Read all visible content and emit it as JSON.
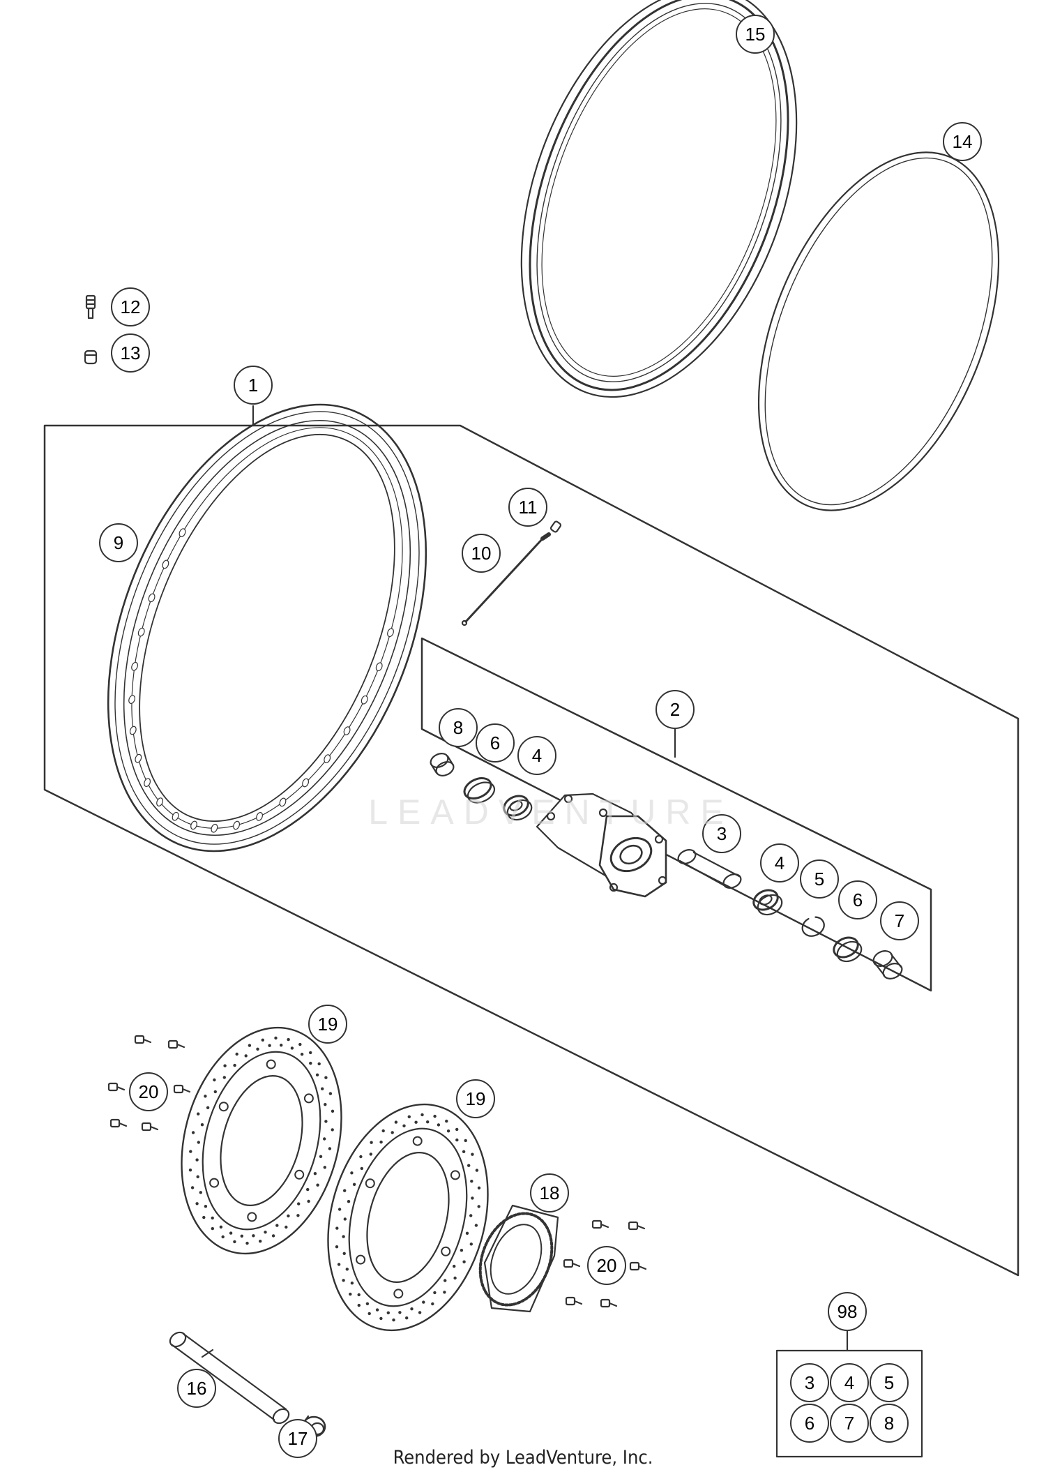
{
  "callouts": {
    "c1": "1",
    "c2": "2",
    "c3": "3",
    "c4a": "4",
    "c4b": "4",
    "c5": "5",
    "c6a": "6",
    "c6b": "6",
    "c7": "7",
    "c8": "8",
    "c9": "9",
    "c10": "10",
    "c11": "11",
    "c12": "12",
    "c13": "13",
    "c14": "14",
    "c15": "15",
    "c16": "16",
    "c17": "17",
    "c18": "18",
    "c19a": "19",
    "c19b": "19",
    "c20a": "20",
    "c20b": "20",
    "c98": "98"
  },
  "kit98": [
    "3",
    "4",
    "5",
    "6",
    "7",
    "8"
  ],
  "watermark": "LEADVENTURE",
  "footer": "Rendered by LeadVenture, Inc.",
  "colors": {
    "line": "#333333",
    "watermark": "#d4d4d4"
  }
}
